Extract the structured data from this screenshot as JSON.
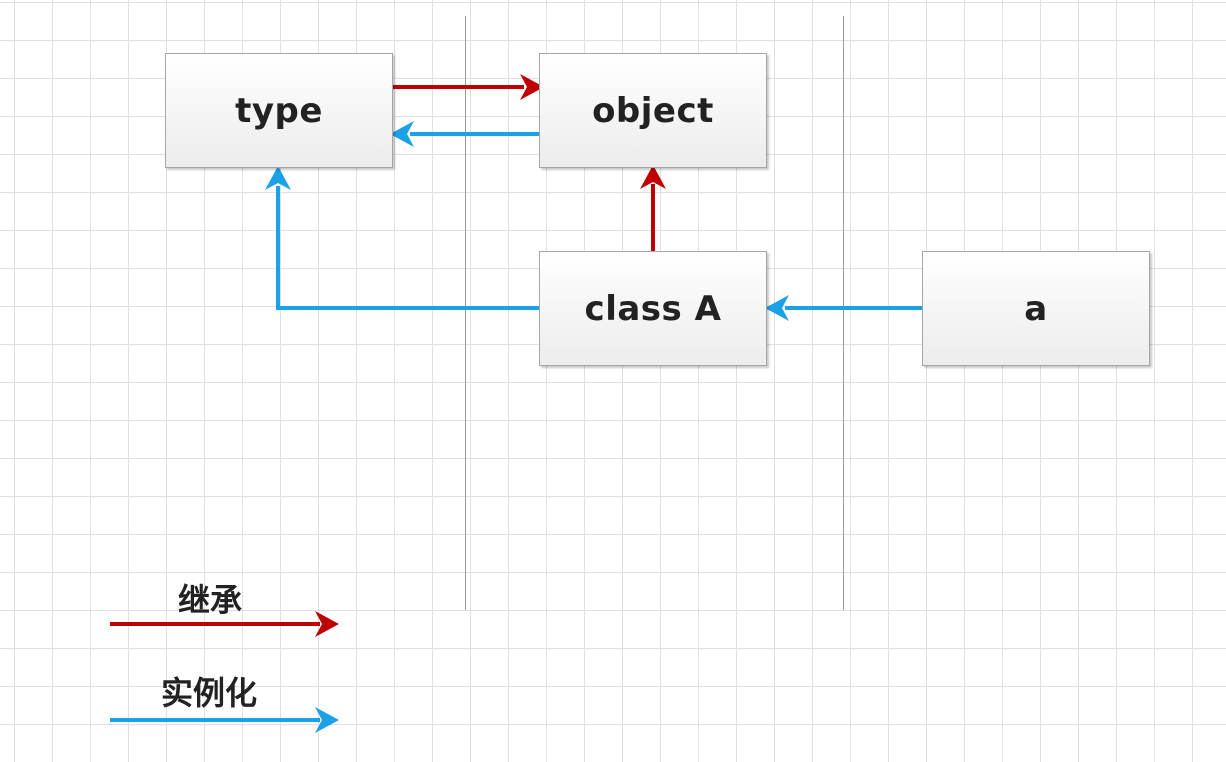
{
  "colors": {
    "inheritance": "#c00000",
    "instantiation": "#1aa1e6"
  },
  "nodes": {
    "type": "type",
    "object": "object",
    "class_a": "class A",
    "a": "a"
  },
  "legend": {
    "inheritance": "继承",
    "instantiation": "实例化"
  }
}
